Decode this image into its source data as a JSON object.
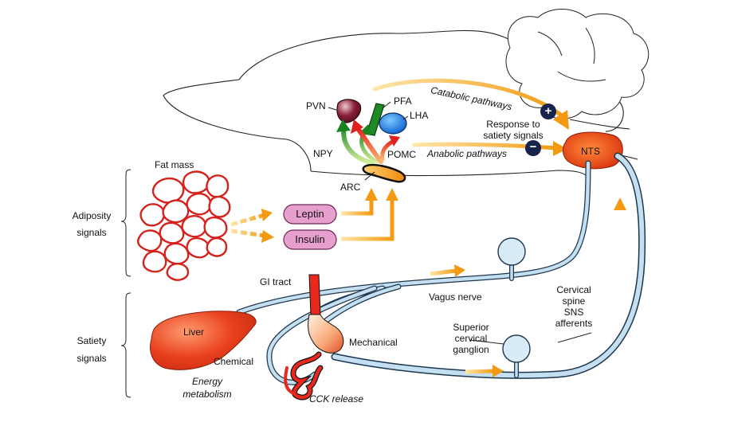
{
  "colors": {
    "arrow_orange": "#f5a21e",
    "nerve_blue": "#c4dff0",
    "nerve_outline": "#1e3550",
    "fat_red": "#d6221c",
    "pill_pink": "#e79fce",
    "nts_red": "#f24a12",
    "liver_red": "#e5361c",
    "lha_blue": "#1a78e0",
    "pvn_maroon": "#6e1424",
    "npy_green": "#1f8a28",
    "pomc_red": "#e8271d",
    "node_navy": "#16234a"
  },
  "labels": {
    "pvn": "PVN",
    "pfa": "PFA",
    "lha": "LHA",
    "npy": "NPY",
    "pomc": "POMC",
    "arc": "ARC",
    "catabolic": "Catabolic pathways",
    "anabolic": "Anabolic pathways",
    "response_line1": "Response to",
    "response_line2": "satiety signals",
    "nts": "NTS",
    "fat_mass": "Fat mass",
    "adiposity_line1": "Adiposity",
    "adiposity_line2": "signals",
    "leptin": "Leptin",
    "insulin": "Insulin",
    "gi_tract": "GI tract",
    "vagus": "Vagus nerve",
    "cervical_line1": "Cervical",
    "cervical_line2": "spine",
    "cervical_line3": "SNS",
    "cervical_line4": "afferents",
    "satiety_line1": "Satiety",
    "satiety_line2": "signals",
    "liver": "Liver",
    "chemical": "Chemical",
    "energy_line1": "Energy",
    "energy_line2": "metabolism",
    "mechanical": "Mechanical",
    "superior_line1": "Superior",
    "superior_line2": "cervical",
    "superior_line3": "ganglion",
    "cck": "CCK release",
    "plus_sign": "+",
    "minus_sign": "−"
  }
}
